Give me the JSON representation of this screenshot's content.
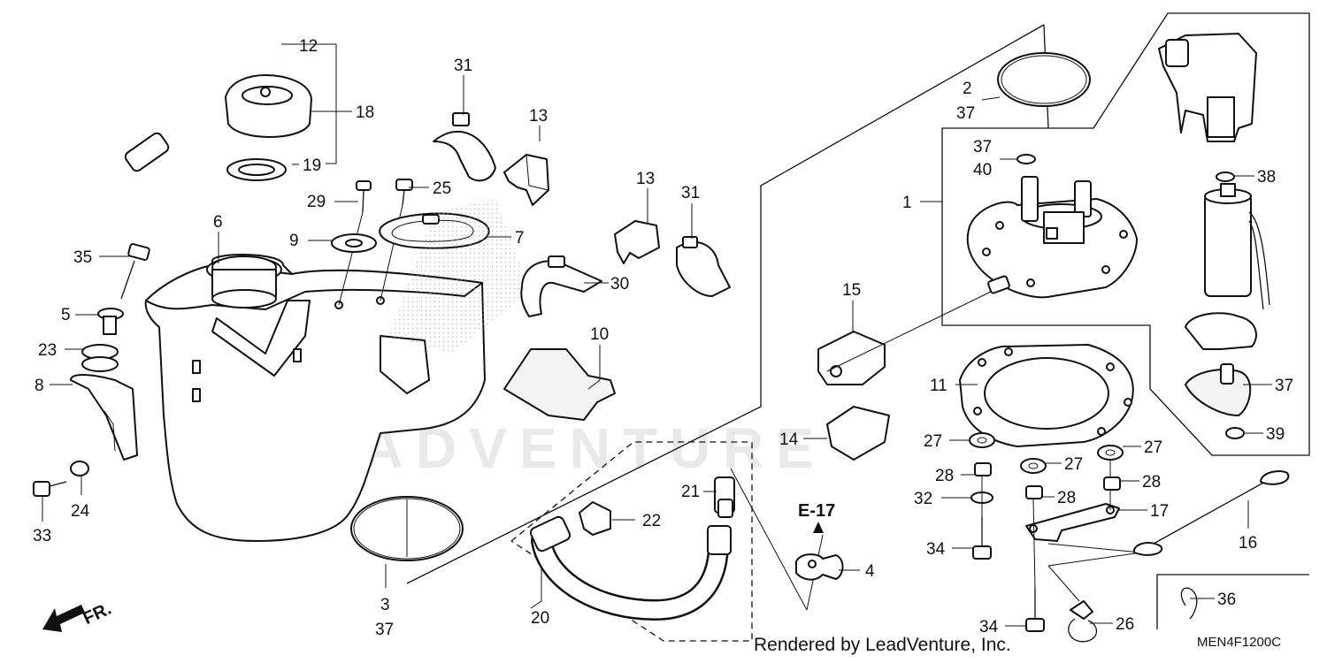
{
  "diagram": {
    "callouts": [
      {
        "id": "c12",
        "text": "12"
      },
      {
        "id": "c18",
        "text": "18"
      },
      {
        "id": "c19",
        "text": "19"
      },
      {
        "id": "c31a",
        "text": "31"
      },
      {
        "id": "c13a",
        "text": "13"
      },
      {
        "id": "c29",
        "text": "29"
      },
      {
        "id": "c25",
        "text": "25"
      },
      {
        "id": "c6",
        "text": "6"
      },
      {
        "id": "c9",
        "text": "9"
      },
      {
        "id": "c7",
        "text": "7"
      },
      {
        "id": "c13b",
        "text": "13"
      },
      {
        "id": "c31b",
        "text": "31"
      },
      {
        "id": "c35",
        "text": "35"
      },
      {
        "id": "c30",
        "text": "30"
      },
      {
        "id": "c5",
        "text": "5"
      },
      {
        "id": "c10",
        "text": "10"
      },
      {
        "id": "c23",
        "text": "23"
      },
      {
        "id": "c8",
        "text": "8"
      },
      {
        "id": "c24",
        "text": "24"
      },
      {
        "id": "c33",
        "text": "33"
      },
      {
        "id": "c3",
        "text": "3"
      },
      {
        "id": "c37a",
        "text": "37"
      },
      {
        "id": "c20",
        "text": "20"
      },
      {
        "id": "c22",
        "text": "22"
      },
      {
        "id": "c21",
        "text": "21"
      },
      {
        "id": "c15",
        "text": "15"
      },
      {
        "id": "c14",
        "text": "14"
      },
      {
        "id": "c4",
        "text": "4"
      },
      {
        "id": "c2",
        "text": "2"
      },
      {
        "id": "c37b",
        "text": "37"
      },
      {
        "id": "c37c",
        "text": "37"
      },
      {
        "id": "c40",
        "text": "40"
      },
      {
        "id": "c1",
        "text": "1"
      },
      {
        "id": "c38",
        "text": "38"
      },
      {
        "id": "c11",
        "text": "11"
      },
      {
        "id": "c37d",
        "text": "37"
      },
      {
        "id": "c39",
        "text": "39"
      },
      {
        "id": "c27a",
        "text": "27"
      },
      {
        "id": "c27b",
        "text": "27"
      },
      {
        "id": "c27c",
        "text": "27"
      },
      {
        "id": "c28a",
        "text": "28"
      },
      {
        "id": "c28b",
        "text": "28"
      },
      {
        "id": "c28c",
        "text": "28"
      },
      {
        "id": "c32",
        "text": "32"
      },
      {
        "id": "c17",
        "text": "17"
      },
      {
        "id": "c16",
        "text": "16"
      },
      {
        "id": "c34a",
        "text": "34"
      },
      {
        "id": "c34b",
        "text": "34"
      },
      {
        "id": "c26",
        "text": "26"
      },
      {
        "id": "c36",
        "text": "36"
      }
    ],
    "reference_label": "E-17",
    "front_label": "FR.",
    "watermark": "LEADVENTURE"
  },
  "footer": {
    "credit": "Rendered by LeadVenture, Inc.",
    "diagram_code": "MEN4F1200C"
  }
}
